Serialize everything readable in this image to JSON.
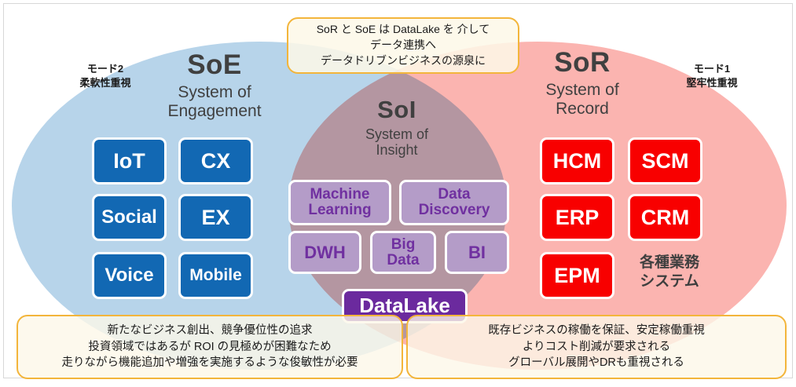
{
  "diagram": {
    "colors": {
      "soe_fill": "#b7d4ea",
      "sor_fill": "#fbb4b0",
      "soi_fill": "#c295ab",
      "soe_box": "#1268b3",
      "sor_box": "#f80000",
      "soi_box": "#b49cc8",
      "soi_box_text": "#7030a0",
      "datalake_box": "#6b2a9e",
      "note_border": "#f3b53b",
      "note_fill": "#fdf8e8"
    },
    "circles": {
      "soe": {
        "abbr": "SoE",
        "full": "System of\nEngagement"
      },
      "sor": {
        "abbr": "SoR",
        "full": "System of\nRecord"
      },
      "soi": {
        "abbr": "SoI",
        "full": "System of\nInsight"
      }
    },
    "mode_labels": {
      "left": {
        "line1": "モード2",
        "line2": "柔軟性重視"
      },
      "right": {
        "line1": "モード1",
        "line2": "堅牢性重視"
      }
    },
    "soe_items": [
      {
        "label": "IoT"
      },
      {
        "label": "CX"
      },
      {
        "label": "Social"
      },
      {
        "label": "EX"
      },
      {
        "label": "Voice"
      },
      {
        "label": "Mobile"
      }
    ],
    "sor_items": [
      {
        "label": "HCM"
      },
      {
        "label": "SCM"
      },
      {
        "label": "ERP"
      },
      {
        "label": "CRM"
      },
      {
        "label": "EPM"
      }
    ],
    "sor_misc": {
      "line1": "各種業務",
      "line2": "システム"
    },
    "soi_items": [
      {
        "label": "Machine Learning",
        "line1": "Machine",
        "line2": "Learning"
      },
      {
        "label": "Data Discovery",
        "line1": "Data",
        "line2": "Discovery"
      },
      {
        "label": "DWH",
        "line1": "DWH",
        "line2": ""
      },
      {
        "label": "Big Data",
        "line1": "Big",
        "line2": "Data"
      },
      {
        "label": "BI",
        "line1": "BI",
        "line2": ""
      }
    ],
    "datalake": {
      "label": "DataLake"
    },
    "notes": {
      "top": {
        "line1": "SoR と SoE は DataLake を 介して",
        "line2": "データ連携へ",
        "line3": "データドリブンビジネスの源泉に"
      },
      "left": {
        "line1": "新たなビジネス創出、競争優位性の追求",
        "line2": "投資領域ではあるが ROI の見極めが困難なため",
        "line3": "走りながら機能追加や増強を実施するような俊敏性が必要"
      },
      "right": {
        "line1": "既存ビジネスの稼働を保証、安定稼働重視",
        "line2": "よりコスト削減が要求される",
        "line3": "グローバル展開やDRも重視される"
      }
    }
  }
}
